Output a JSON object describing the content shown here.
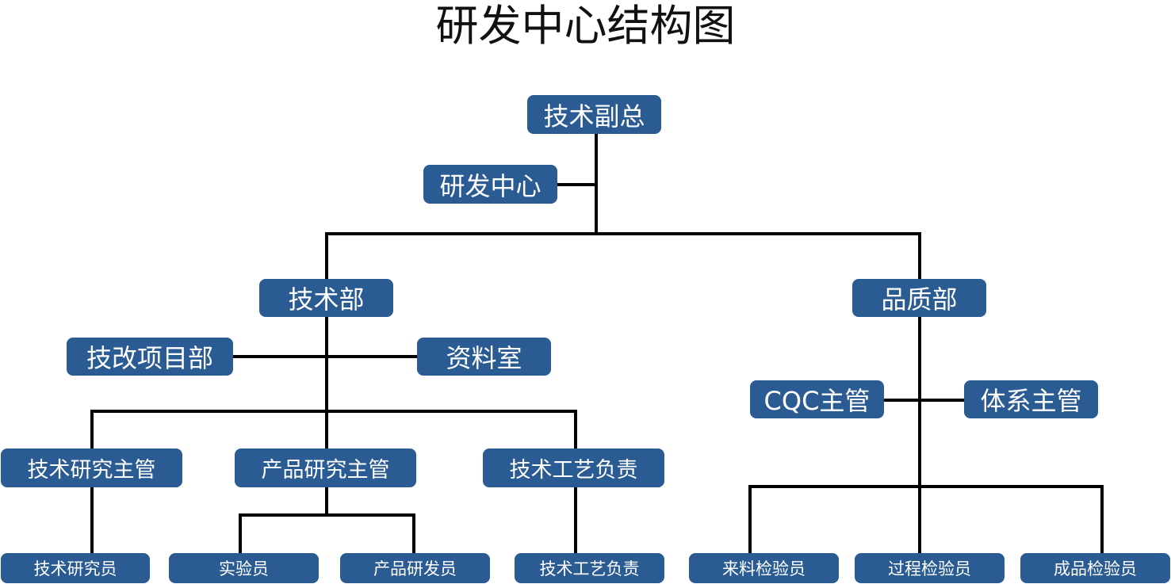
{
  "title": "研发中心结构图",
  "colors": {
    "node_fill": "#2a5b93",
    "node_text": "#ffffff",
    "line": "#000000"
  },
  "nodes": {
    "vp_tech": "技术副总",
    "rd_center": "研发中心",
    "tech_dept": "技术部",
    "quality_dept": "品质部",
    "tech_reform_dept": "技改项目部",
    "archive_room": "资料室",
    "cqc_supervisor": "CQC主管",
    "system_supervisor": "体系主管",
    "tech_research_supervisor": "技术研究主管",
    "product_research_supervisor": "产品研究主管",
    "tech_process_lead": "技术工艺负责",
    "tech_researcher": "技术研究员",
    "lab_staff": "实验员",
    "product_developer": "产品研发员",
    "tech_process_staff": "技术工艺负责",
    "incoming_inspector": "来料检验员",
    "process_inspector": "过程检验员",
    "finished_inspector": "成品检验员"
  }
}
